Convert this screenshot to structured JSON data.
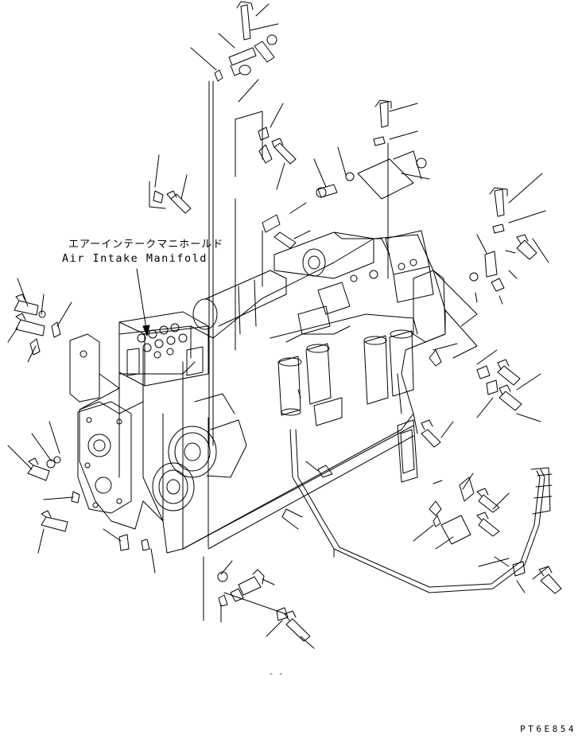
{
  "callout": {
    "label_jp": "エアーインテークマニホールド",
    "label_en": "Air Intake Manifold"
  },
  "drawing_code": "PT6E854",
  "text_fragment": "- -",
  "colors": {
    "line": "#000000",
    "background": "#ffffff"
  }
}
